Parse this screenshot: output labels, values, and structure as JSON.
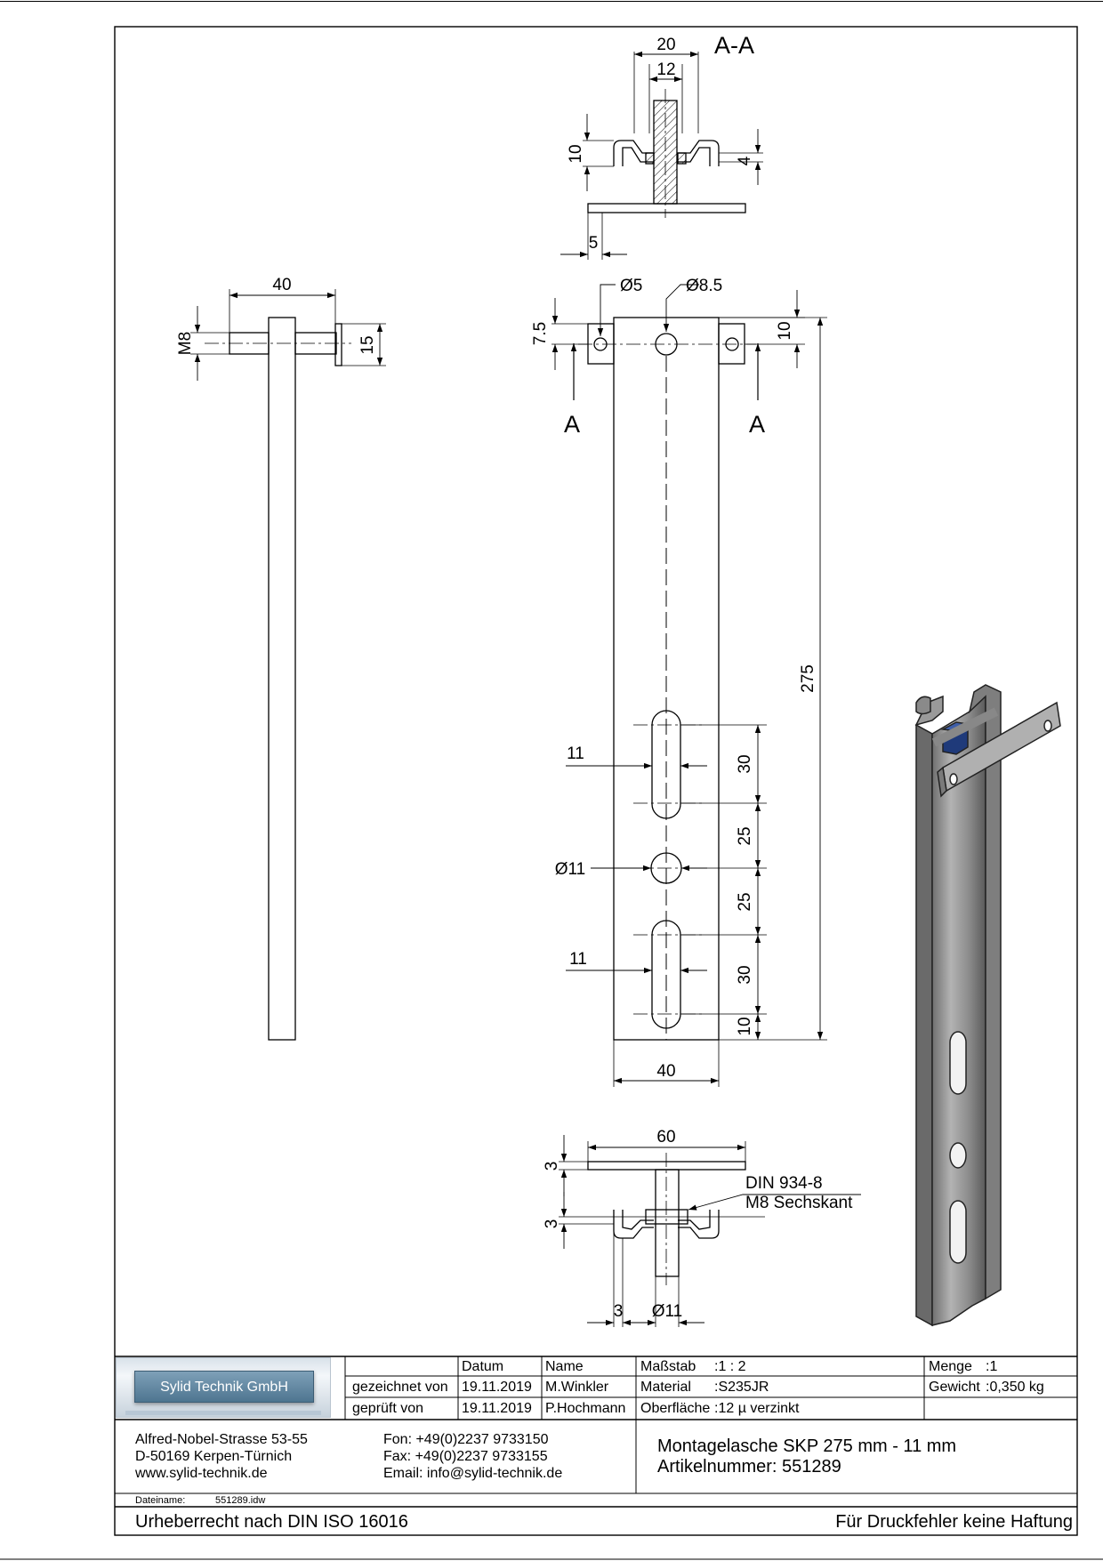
{
  "section_view": {
    "title": "A-A",
    "dim_width": "20",
    "dim_inner": "12",
    "dim_height": "10",
    "dim_step": "4",
    "dim_edge": "5"
  },
  "side_view": {
    "dim_length": "40",
    "thread": "M8",
    "dim_plate": "15"
  },
  "front_view": {
    "hole_small": "Ø5",
    "hole_mid": "Ø8.5",
    "dim_offset": "7.5",
    "dim_top": "10",
    "section_mark_left": "A",
    "section_mark_right": "A",
    "dim_total": "275",
    "slot_width_upper": "11",
    "slot_len_upper": "30",
    "dim_gap_1": "25",
    "hole_center": "Ø11",
    "dim_gap_2": "25",
    "slot_width_lower": "11",
    "slot_len_lower": "30",
    "dim_bottom": "10",
    "dim_width": "40"
  },
  "bottom_view": {
    "dim_plate_len": "60",
    "dim_plate_thk": "3",
    "dim_nut_thk": "3",
    "nut_spec_1": "DIN 934-8",
    "nut_spec_2": "M8 Sechskant",
    "dim_wall": "3",
    "dim_bolt": "Ø11"
  },
  "title_block": {
    "company": "Sylid Technik GmbH",
    "col_datum": "Datum",
    "col_name": "Name",
    "row_drawn": "gezeichnet von",
    "row_checked": "geprüft von",
    "date_drawn": "19.11.2019",
    "name_drawn": "M.Winkler",
    "date_checked": "19.11.2019",
    "name_checked": "P.Hochmann",
    "scale_label": "Maßstab",
    "scale_value": ":1 : 2",
    "material_label": "Material",
    "material_value": ":S235JR",
    "surface_label": "Oberfläche",
    "surface_value": ":12 µ verzinkt",
    "qty_label": "Menge",
    "qty_value": ":1",
    "weight_label": "Gewicht",
    "weight_value": ":0,350 kg",
    "address_1": "Alfred-Nobel-Strasse 53-55",
    "address_2": "D-50169 Kerpen-Türnich",
    "address_3": "www.sylid-technik.de",
    "phone": "Fon: +49(0)2237 9733150",
    "fax": "Fax: +49(0)2237 9733155",
    "email": "Email: info@sylid-technik.de",
    "part_title": "Montagelasche SKP 275 mm - 11 mm",
    "part_number": "Artikelnummer: 551289",
    "file_label": "Dateiname:",
    "file_value": "551289.idw",
    "copyright": "Urheberrecht nach DIN ISO 16016",
    "disclaimer": "Für Druckfehler keine Haftung"
  },
  "colors": {
    "line": "#000000",
    "metal": "#8c8c8c",
    "nut": "#1f3a7a"
  }
}
